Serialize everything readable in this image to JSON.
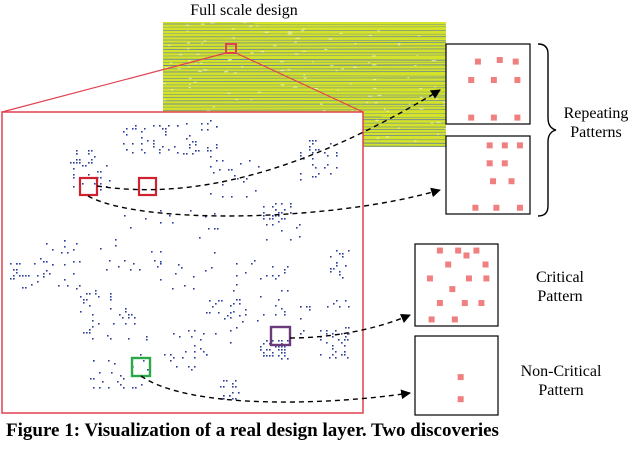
{
  "title": "Full scale design",
  "labels": {
    "repeating": [
      "Repeating",
      "Patterns"
    ],
    "critical": [
      "Critical",
      "Pattern"
    ],
    "noncritical": [
      "Non-Critical",
      "Pattern"
    ]
  },
  "caption": "Figure 1: Visualization of a real design layer. Two discoveries",
  "colors": {
    "design_bg": "#d4e22a",
    "design_lines": "#4a6cb8",
    "zoom_border": "#e0414f",
    "repeat_marker": "#d0222e",
    "critical_marker": "#6a3a7a",
    "noncritical_marker": "#2aa84a",
    "pattern_square": "#f08080",
    "via_blue": "#2b3f9a"
  },
  "patterns": {
    "repeating_a": [
      [
        0.38,
        0.22
      ],
      [
        0.64,
        0.2
      ],
      [
        0.83,
        0.22
      ],
      [
        0.3,
        0.45
      ],
      [
        0.57,
        0.45
      ],
      [
        0.85,
        0.45
      ],
      [
        0.3,
        0.92
      ],
      [
        0.57,
        0.92
      ],
      [
        0.85,
        0.92
      ]
    ],
    "repeating_b": [
      [
        0.52,
        0.12
      ],
      [
        0.7,
        0.12
      ],
      [
        0.88,
        0.12
      ],
      [
        0.52,
        0.35
      ],
      [
        0.7,
        0.35
      ],
      [
        0.56,
        0.58
      ],
      [
        0.78,
        0.58
      ],
      [
        0.35,
        0.92
      ],
      [
        0.6,
        0.92
      ],
      [
        0.88,
        0.92
      ]
    ],
    "critical": [
      [
        0.3,
        0.08
      ],
      [
        0.52,
        0.08
      ],
      [
        0.74,
        0.08
      ],
      [
        0.62,
        0.14
      ],
      [
        0.4,
        0.25
      ],
      [
        0.85,
        0.25
      ],
      [
        0.18,
        0.42
      ],
      [
        0.65,
        0.42
      ],
      [
        0.86,
        0.42
      ],
      [
        0.45,
        0.55
      ],
      [
        0.3,
        0.72
      ],
      [
        0.6,
        0.72
      ],
      [
        0.8,
        0.72
      ],
      [
        0.2,
        0.92
      ],
      [
        0.48,
        0.92
      ]
    ],
    "noncritical": [
      [
        0.55,
        0.52
      ],
      [
        0.55,
        0.8
      ]
    ]
  }
}
